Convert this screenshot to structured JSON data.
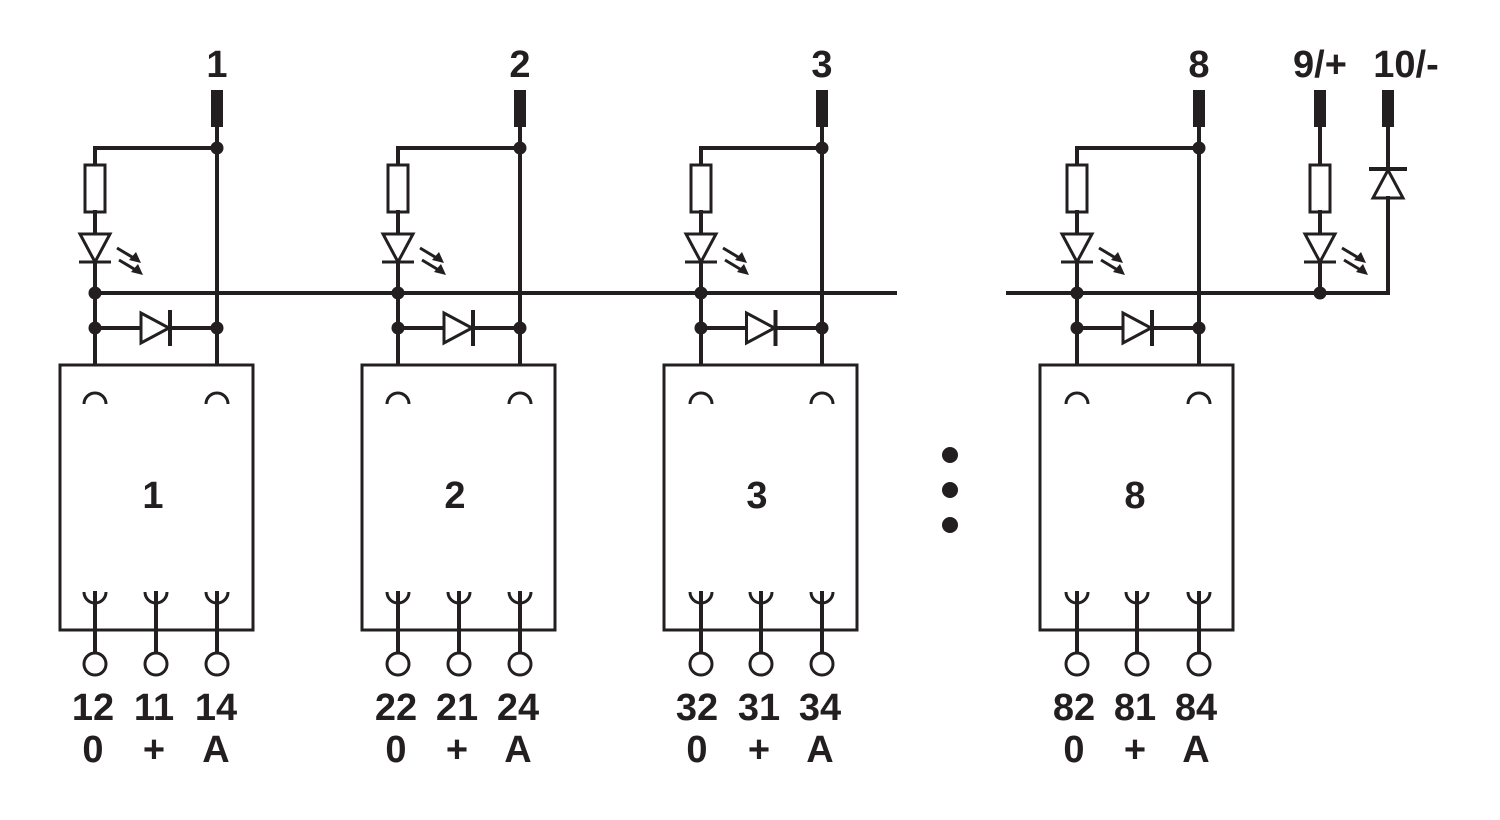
{
  "colors": {
    "ink": "#231f20",
    "background": "#ffffff"
  },
  "terminals": [
    {
      "label": "1"
    },
    {
      "label": "2"
    },
    {
      "label": "3"
    },
    {
      "label": "8"
    },
    {
      "label": "9/+"
    },
    {
      "label": "10/-"
    }
  ],
  "modules": [
    {
      "label": "1",
      "pins": [
        {
          "number": "12",
          "symbol": "0"
        },
        {
          "number": "11",
          "symbol": "+"
        },
        {
          "number": "14",
          "symbol": "A"
        }
      ]
    },
    {
      "label": "2",
      "pins": [
        {
          "number": "22",
          "symbol": "0"
        },
        {
          "number": "21",
          "symbol": "+"
        },
        {
          "number": "24",
          "symbol": "A"
        }
      ]
    },
    {
      "label": "3",
      "pins": [
        {
          "number": "32",
          "symbol": "0"
        },
        {
          "number": "31",
          "symbol": "+"
        },
        {
          "number": "34",
          "symbol": "A"
        }
      ]
    },
    {
      "label": "8",
      "pins": [
        {
          "number": "82",
          "symbol": "0"
        },
        {
          "number": "81",
          "symbol": "+"
        },
        {
          "number": "84",
          "symbol": "A"
        }
      ]
    }
  ],
  "components": {
    "per_channel": [
      "resistor",
      "led",
      "diode"
    ],
    "supply": [
      "resistor",
      "led",
      "diode"
    ]
  }
}
